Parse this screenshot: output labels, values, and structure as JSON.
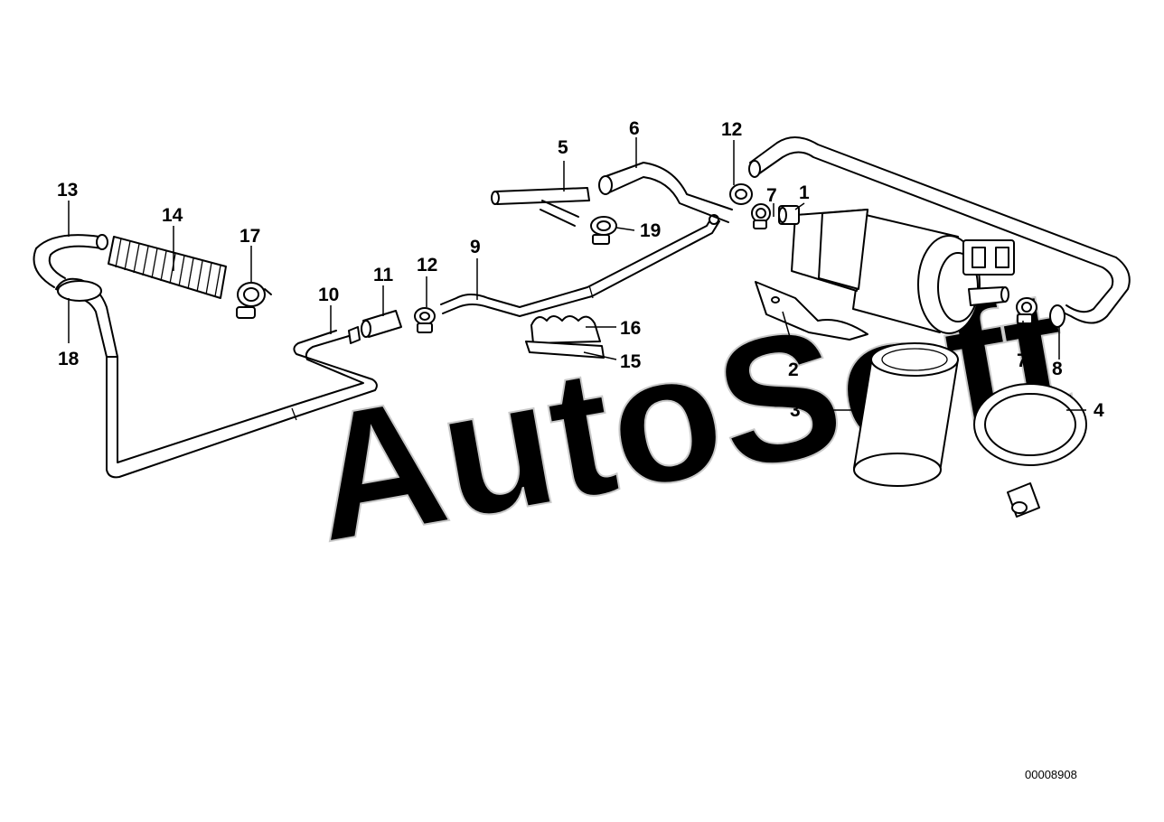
{
  "diagram": {
    "watermark": "AutoSoft",
    "reference_number": "00008908",
    "callouts": {
      "c1": "1",
      "c2": "2",
      "c3": "3",
      "c4": "4",
      "c5": "5",
      "c6": "6",
      "c7a": "7",
      "c7b": "7",
      "c8": "8",
      "c9": "9",
      "c10": "10",
      "c11": "11",
      "c12a": "12",
      "c12b": "12",
      "c13": "13",
      "c14": "14",
      "c15": "15",
      "c16": "16",
      "c17": "17",
      "c18": "18",
      "c19": "19"
    }
  }
}
